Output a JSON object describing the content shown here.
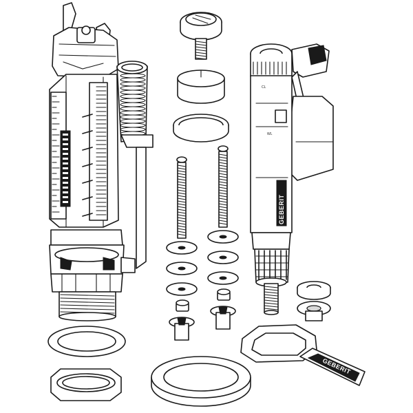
{
  "labels": {
    "fill_valve_cl": "CL",
    "fill_valve_wl": "WL",
    "fill_valve_brand": "GEBERIT",
    "wrench_brand": "GEBERIT"
  },
  "colors": {
    "line": "#1a1a1a",
    "fill": "#ffffff",
    "shade": "#d8d8d8"
  }
}
